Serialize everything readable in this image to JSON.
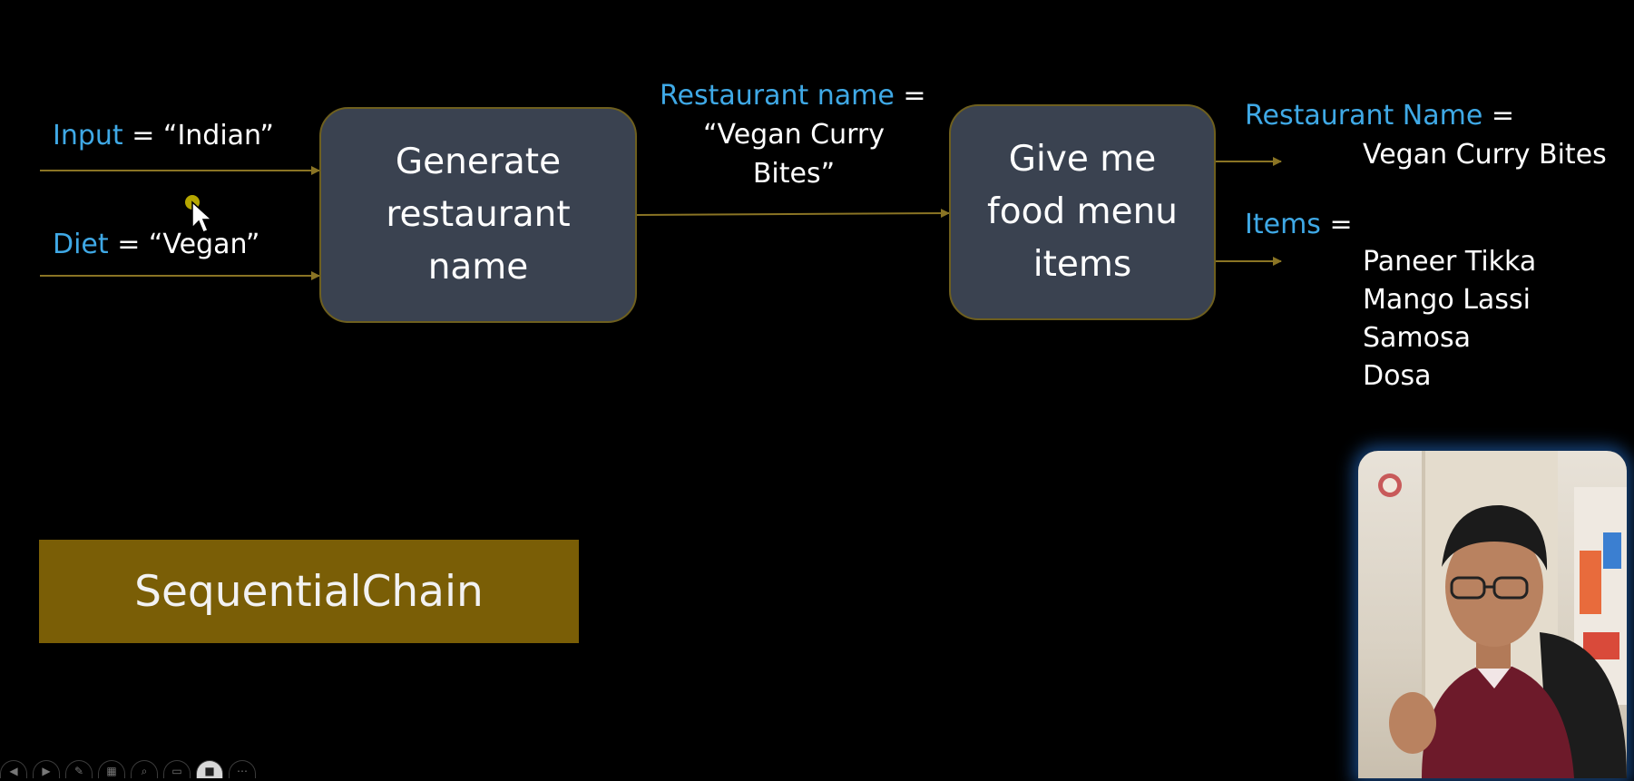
{
  "inputs": {
    "input_key": "Input",
    "input_value": " = “Indian”",
    "diet_key": "Diet",
    "diet_value": " = “Vegan”"
  },
  "nodes": {
    "generate": "Generate restaurant name",
    "menu": "Give me food menu items"
  },
  "middle": {
    "key": "Restaurant name",
    "eq": " =",
    "value_line1": "“Vegan Curry",
    "value_line2": "Bites”"
  },
  "outputs": {
    "name_key": "Restaurant Name",
    "name_eq": " =",
    "name_value": "Vegan Curry Bites",
    "items_key": "Items",
    "items_eq": " =",
    "items": [
      "Paneer Tikka",
      "Mango Lassi",
      "Samosa",
      "Dosa"
    ]
  },
  "banner": "SequentialChain",
  "colors": {
    "background": "#000000",
    "keyword": "#3fa9e6",
    "node_fill": "#3a4250",
    "node_border": "#6e5f1e",
    "wire": "#8a7424",
    "banner_fill": "#7a5e06"
  },
  "icons": {
    "cursor": "mouse-pointer-icon",
    "webcam": "presenter-webcam"
  }
}
